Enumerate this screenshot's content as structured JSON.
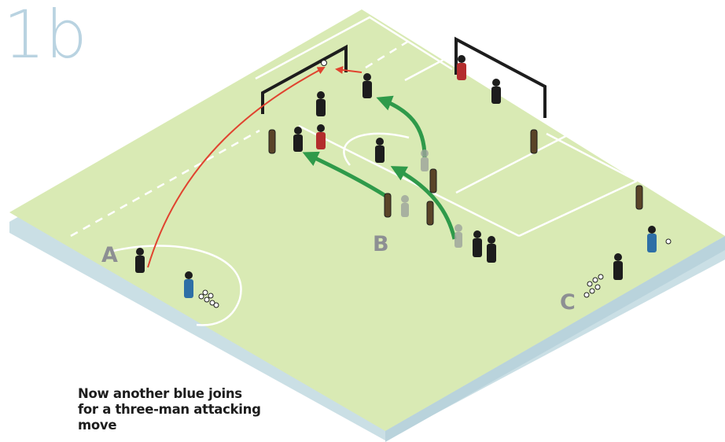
{
  "diagram_number": "1b",
  "zone_labels": {
    "a": "A",
    "b": "B",
    "c": "C"
  },
  "caption_lines": [
    "Now another blue joins",
    "for a three-man attacking",
    "move"
  ],
  "colors": {
    "pitch": "#d9eab4",
    "pitch_edge": "#cadfe5",
    "lines": "#ffffff",
    "pass_arrow": "#e0432f",
    "run_arrow": "#2f9a4a",
    "bib_blue": "#2e6fa6",
    "bib_red": "#b32d2d",
    "mannequin": "#5a4428"
  }
}
